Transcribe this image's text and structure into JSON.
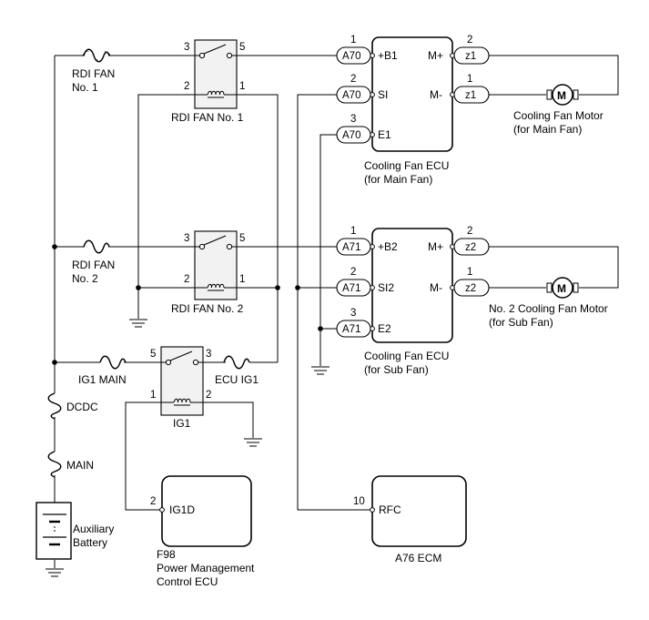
{
  "labels": {
    "rdi_fan_fuse_1": [
      "RDI FAN",
      "No. 1"
    ],
    "rdi_fan_fuse_2": [
      "RDI FAN",
      "No. 2"
    ],
    "relay_rdi1": "RDI FAN No. 1",
    "relay_rdi2": "RDI FAN No. 2",
    "relay_ig1": "IG1",
    "ig1_main": "IG1 MAIN",
    "ecu_ig1": "ECU IG1",
    "dcdc": "DCDC",
    "main": "MAIN",
    "battery": [
      "Auxiliary",
      "Battery"
    ],
    "ecu_main": [
      "Cooling Fan ECU",
      "(for Main Fan)"
    ],
    "ecu_sub": [
      "Cooling Fan ECU",
      "(for Sub Fan)"
    ],
    "motor_main": [
      "Cooling Fan Motor",
      "(for Main Fan)"
    ],
    "motor_sub": [
      "No. 2 Cooling Fan Motor",
      "(for Sub Fan)"
    ],
    "pmc": [
      "F98",
      "Power Management",
      "Control ECU"
    ],
    "ecm": "A76 ECM"
  },
  "pins": {
    "r1_3": "3",
    "r1_5": "5",
    "r1_2": "2",
    "r1_1": "1",
    "r2_3": "3",
    "r2_5": "5",
    "r2_2": "2",
    "r2_1": "1",
    "ig_5": "5",
    "ig_3": "3",
    "ig_1": "1",
    "ig_2": "2",
    "a70_1": "1",
    "a70_2": "2",
    "a70_3": "3",
    "a71_1": "1",
    "a71_2": "2",
    "a71_3": "3",
    "z1_2": "2",
    "z1_1": "1",
    "z2_2": "2",
    "z2_1": "1",
    "pmc_2": "2",
    "ecm_10": "10"
  },
  "connectors": {
    "a70": "A70",
    "a71": "A71",
    "z1": "z1",
    "z2": "z2"
  },
  "terminals": {
    "b1": "+B1",
    "si": "SI",
    "e1": "E1",
    "mplus1": "M+",
    "mminus1": "M-",
    "b2": "+B2",
    "si2": "SI2",
    "e2": "E2",
    "mplus2": "M+",
    "mminus2": "M-",
    "ig1d": "IG1D",
    "rfc": "RFC"
  },
  "motor_symbol": "M"
}
